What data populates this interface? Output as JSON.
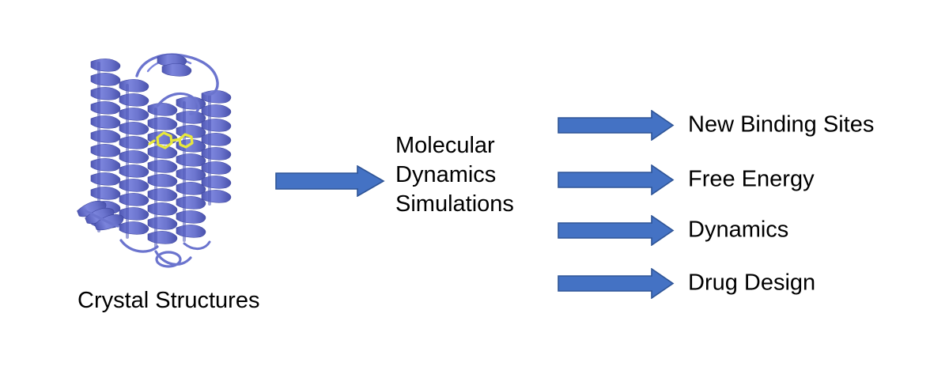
{
  "figure": {
    "background_color": "#ffffff",
    "accent_color": "#4472C4",
    "accent_outline_color": "#2E5496",
    "protein_ribbon_color": "#6B74CE",
    "ligand_color": "#E8E83C",
    "text_color": "#000000"
  },
  "protein": {
    "caption": "Crystal Structures",
    "icon_name": "protein-ribbon-structure",
    "ligand_name": "bound-ligand"
  },
  "process": {
    "line1": "Molecular",
    "line2": "Dynamics",
    "line3": "Simulations"
  },
  "arrows": {
    "input_arrow_name": "arrow-crystal-to-simulation",
    "output_arrow_name": "arrow-simulation-to-output"
  },
  "outputs": [
    {
      "label": "New Binding Sites"
    },
    {
      "label": "Free Energy"
    },
    {
      "label": "Dynamics"
    },
    {
      "label": "Drug Design"
    }
  ]
}
